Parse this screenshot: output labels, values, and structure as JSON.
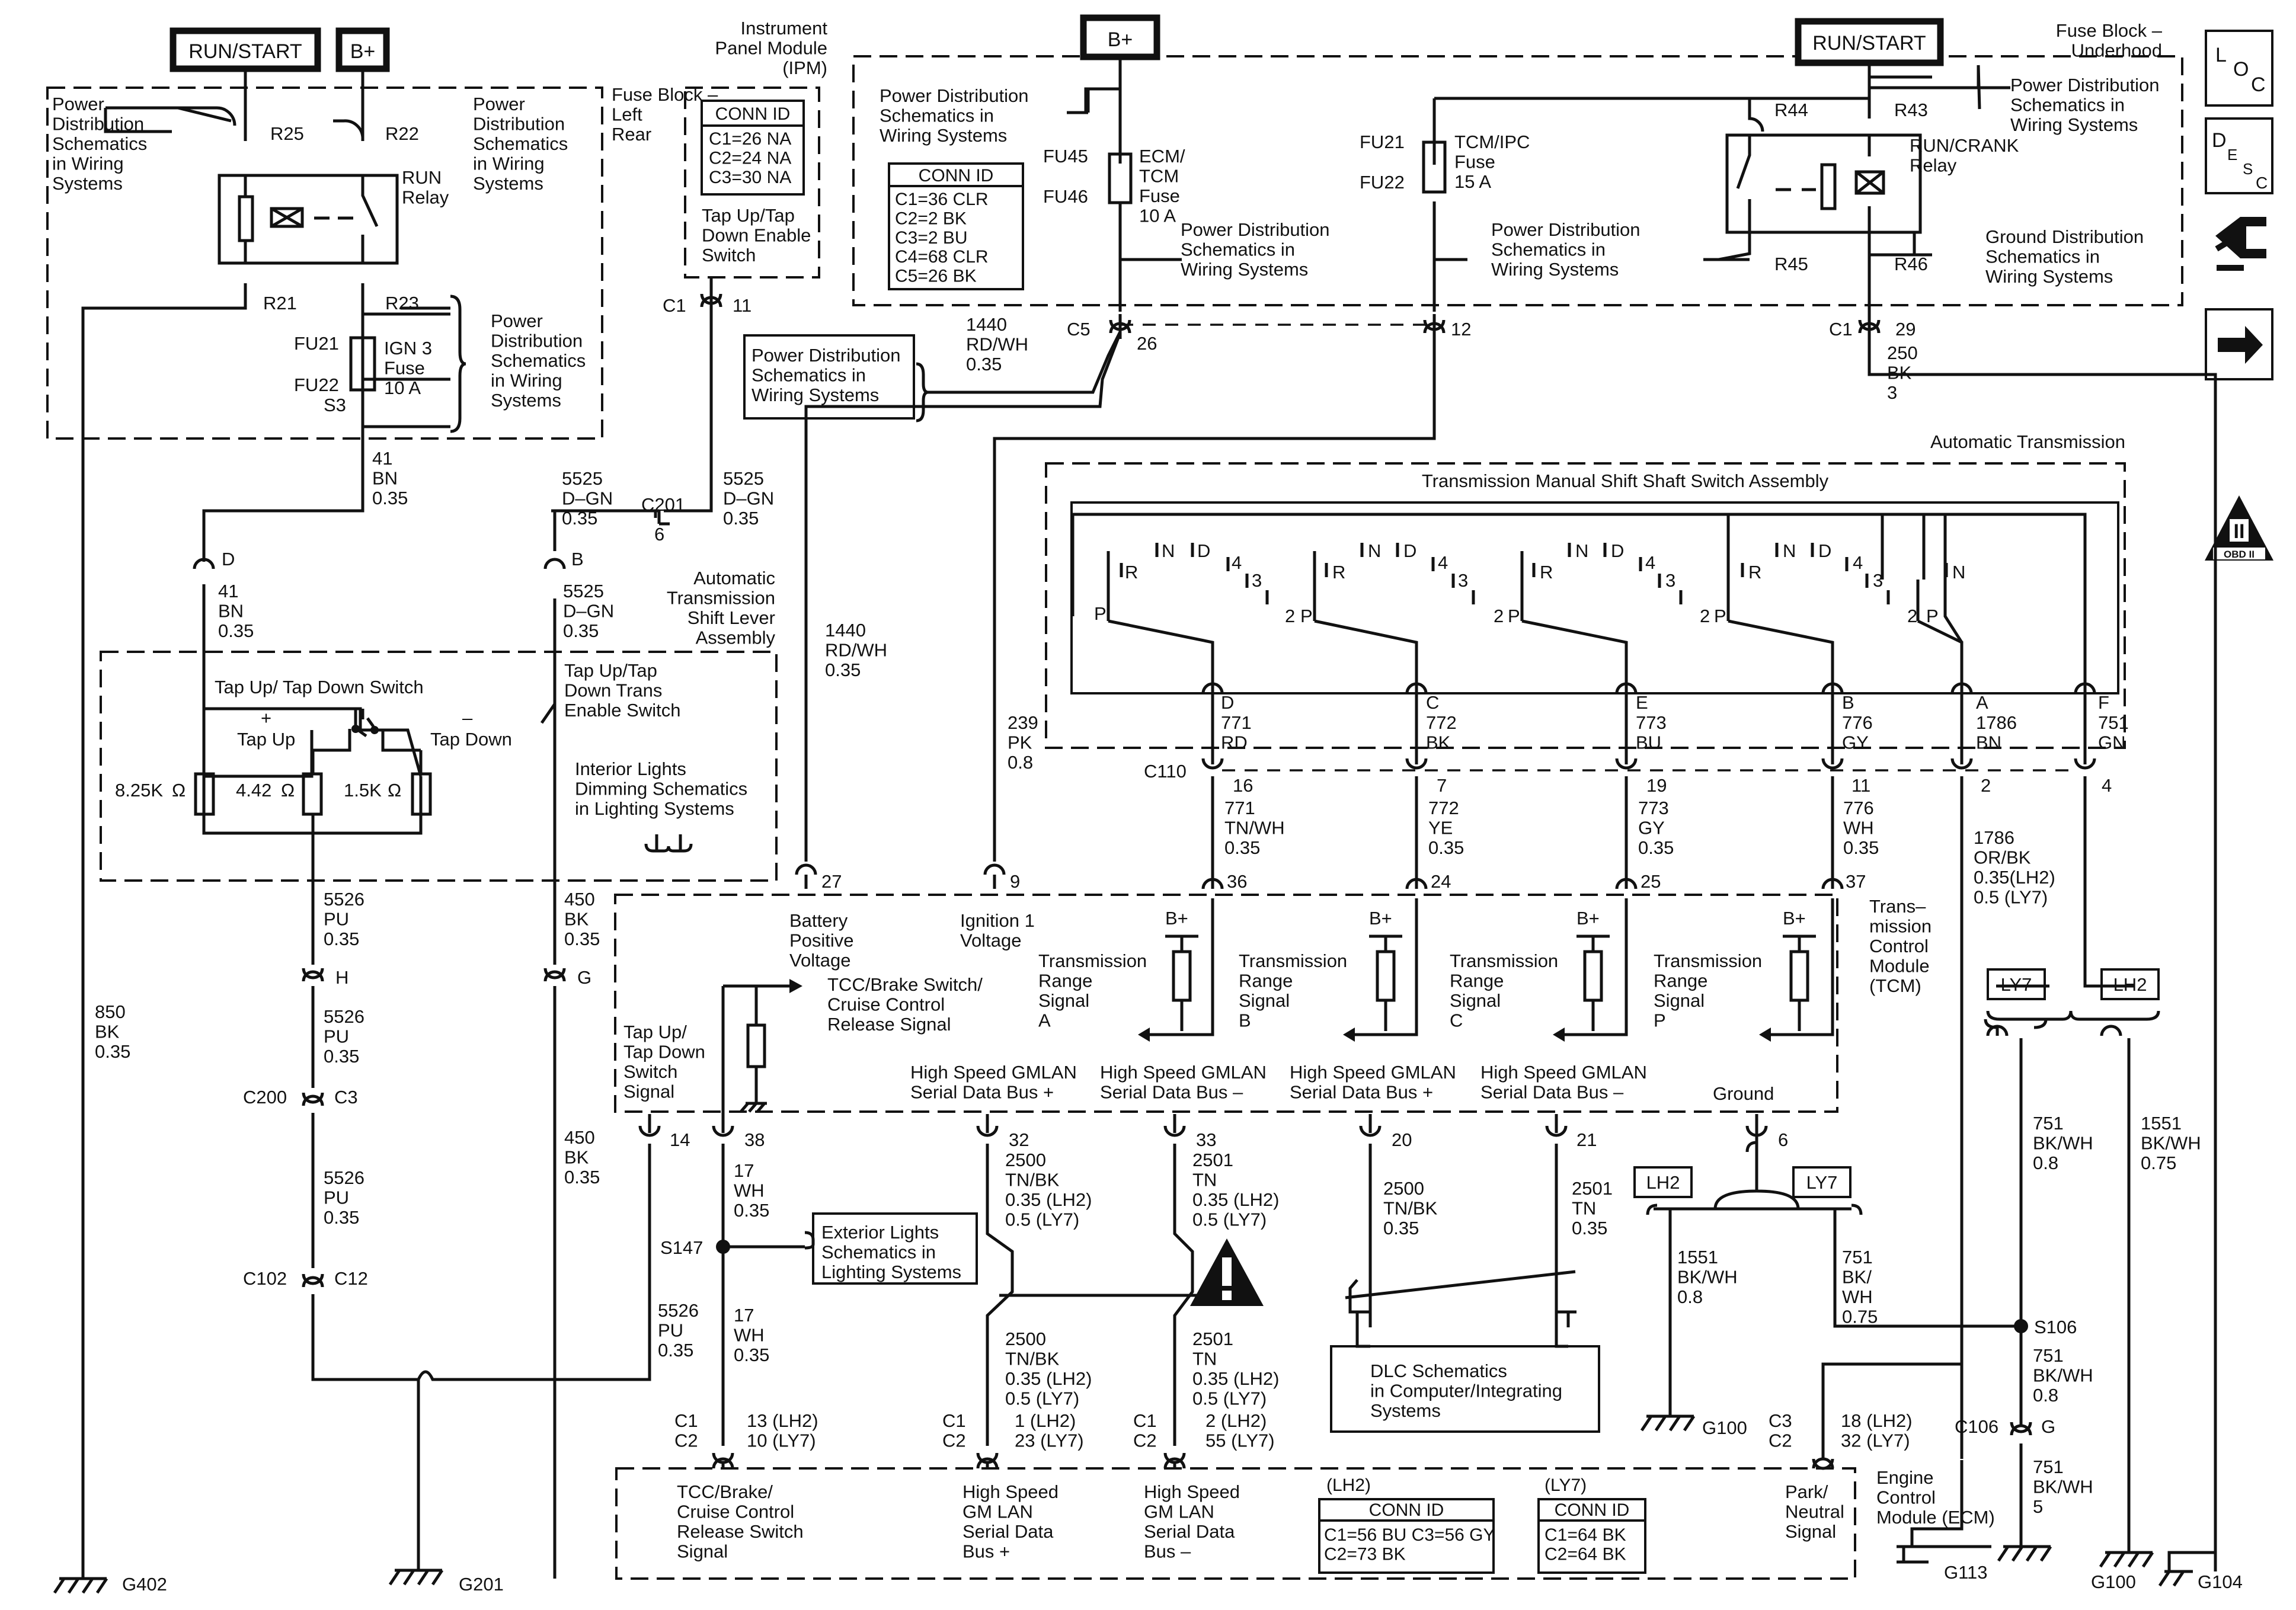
{
  "icons": {
    "loc": "location-view-icon",
    "desc": "description-view-icon",
    "connector": "connector-view-icon",
    "next": "next-page-arrow-icon",
    "obd": "obd-ii-emissions-icon",
    "warning": "caution-warning-icon"
  },
  "headers": {
    "run_start_left": "RUN/START",
    "bplus_left": "B+",
    "bplus_center": "B+",
    "run_start_right": "RUN/START"
  },
  "modules": {
    "fuse_block_left_rear": "Fuse Block –|Left|Rear",
    "ipm": "Instrument|Panel Module|(IPM)",
    "fuse_block_underhood": "Fuse Block –|Underhood",
    "auto_trans": "Automatic Transmission",
    "switch_assembly": "Transmission Manual Shift Shaft Switch Assembly",
    "shift_lever": "Automatic|Transmission|Shift Lever|Assembly",
    "tcm": "Trans–|mission|Control|Module|(TCM)",
    "ecm": "Engine|Control|Module (ECM)"
  },
  "refs": {
    "pd_left_1": "Power|Distribution|Schematics|in Wiring|Systems",
    "pd_left_2": "Power|Distribution|Schematics|in Wiring|Systems",
    "pd_left_3": "Power|Distribution|Schematics|in Wiring|Systems",
    "pd_center_1": "Power Distribution|Schematics in|Wiring Systems",
    "pd_center_2": "Power Distribution|Schematics in|Wiring Systems",
    "pd_center_3": "Power Distribution|Schematics in|Wiring Systems",
    "pd_right": "Power Distribution|Schematics in|Wiring Systems",
    "ground_dist": "Ground Distribution|Schematics in|Wiring Systems",
    "pd_box": "Power Distribution|Schematics in|Wiring Systems",
    "exterior_lights": "Exterior Lights|Schematics in|Lighting Systems",
    "interior_lights": "Interior Lights|Dimming Schematics|in Lighting Systems",
    "dlc": "DLC Schematics|in Computer/Integrating|Systems"
  },
  "ipm_conn": {
    "title": "CONN ID",
    "rows": "C1=26 NA|C2=24 NA|C3=30 NA"
  },
  "fuse_conn": {
    "title": "CONN ID",
    "rows": "C1=36 CLR|C2=2 BK|C3=2 BU|C4=68 CLR|C5=26 BK"
  },
  "ecm_conn_lh2": {
    "engine": "(LH2)",
    "title": "CONN ID",
    "rows": "C1=56 BU  C3=56 GY|C2=73 BK"
  },
  "ecm_conn_ly7": {
    "engine": "(LY7)",
    "title": "CONN ID",
    "rows": "C1=64 BK|C2=64 BK"
  },
  "fuse_left": {
    "r25": "R25",
    "r22": "R22",
    "r21": "R21",
    "r23": "R23",
    "relay": "RUN|Relay",
    "fu21": "FU21",
    "fu22": "FU22",
    "s3": "S3",
    "fuse": "IGN 3|Fuse|10 A"
  },
  "fuse_right": {
    "fu45": "FU45",
    "fu46": "FU46",
    "ecm_fuse": "ECM/|TCM|Fuse|10 A",
    "fu21": "FU21",
    "fu22": "FU22",
    "tcm_fuse": "TCM/IPC|Fuse|15 A",
    "r44": "R44",
    "r43": "R43",
    "r45": "R45",
    "r46": "R46",
    "relay": "RUN/CRANK|Relay"
  },
  "connectors": {
    "c1_ipm": "C1",
    "c1_ipm_pin": "11",
    "c5": "C5",
    "c5_pin": "26",
    "pin_12": "12",
    "c1_uh": "C1",
    "c1_uh_pin": "29",
    "c201": "C201",
    "c201_pin": "6",
    "conn_d": "D",
    "conn_b": "B",
    "conn_h": "H",
    "conn_g": "G",
    "c200": "C200",
    "c3": "C3",
    "c102": "C102",
    "c12": "C12",
    "c110": "C110",
    "s147": "S147",
    "s106": "S106",
    "c106": "C106",
    "c106_pin": "G"
  },
  "wires": {
    "w41_top": "41|BN|0.35",
    "w41_d": "41|BN|0.35",
    "w5525_left": "5525|D–GN|0.35",
    "w5525_right": "5525|D–GN|0.35",
    "w5525_b": "5525|D–GN|0.35",
    "w1440_top": "1440|RD/WH|0.35",
    "w1440_mid": "1440|RD/WH|0.35",
    "w239": "239|PK|0.8",
    "w250": "250|BK|3",
    "w5526_1": "5526|PU|0.35",
    "w5526_2": "5526|PU|0.35",
    "w5526_3": "5526|PU|0.35",
    "w5526_4": "5526|PU|0.35",
    "w450_1": "450|BK|0.35",
    "w450_2": "450|BK|0.35",
    "w850": "850|BK|0.35",
    "w17_1": "17|WH|0.35",
    "w17_2": "17|WH|0.35",
    "w2500_1": "2500|TN/BK|0.35  (LH2)|0.5    (LY7)",
    "w2500_2": "2500|TN/BK|0.35  (LH2)|0.5    (LY7)",
    "w2500_dlc": "2500|TN/BK|0.35",
    "w2501_1": "2501|TN|0.35  (LH2)|0.5    (LY7)",
    "w2501_2": "2501|TN|0.35  (LH2)|0.5    (LY7)",
    "w2501_dlc": "2501|TN|0.35",
    "w771": "771|TN/WH|0.35",
    "w772": "772|YE|0.35",
    "w773": "773|GY|0.35",
    "w776": "776|WH|0.35",
    "w1786": "1786|OR/BK|0.35(LH2)|0.5  (LY7)",
    "w751_1": "751|BK/WH|0.8",
    "w1551_1": "1551|BK/WH|0.75",
    "w1551_2": "1551|BK/WH|0.8",
    "w751_2": "751|BK/|WH|0.75",
    "w751_3": "751|BK/WH|0.8",
    "w751_4": "751|BK/WH|5"
  },
  "switch": {
    "contacts": [
      {
        "letter": "D",
        "wire": "771|RD"
      },
      {
        "letter": "C",
        "wire": "772|BK"
      },
      {
        "letter": "E",
        "wire": "773|BU"
      },
      {
        "letter": "B",
        "wire": "776|GY"
      },
      {
        "letter": "A",
        "wire": "1786|BN"
      },
      {
        "letter": "F",
        "wire": "751|GN"
      }
    ],
    "pins": [
      "16",
      "7",
      "19",
      "11",
      "2",
      "4"
    ],
    "positions": [
      "P",
      "R",
      "N",
      "D",
      "4",
      "3",
      "2"
    ]
  },
  "tap_switch": {
    "title": "Tap Up/ Tap Down Switch",
    "plus": "+",
    "tap_up": "Tap Up",
    "minus": "–",
    "tap_down": "Tap Down",
    "r1": "8.25K",
    "r2": "4.42",
    "r3": "1.5K",
    "enable_switch": "Tap Up/Tap|Down Trans|Enable Switch",
    "enable_ipm": "Tap Up/Tap|Down Enable|Switch"
  },
  "tcm": {
    "pins": {
      "battery": "27",
      "ignition": "9",
      "range_a": "36",
      "range_b": "24",
      "range_c": "25",
      "range_p": "37",
      "tap": "14",
      "tcc": "38",
      "can_hi": "32",
      "can_lo": "33",
      "dlc_hi": "20",
      "dlc_lo": "21",
      "ground": "6"
    },
    "battery": "Battery|Positive|Voltage",
    "ignition": "Ignition 1|Voltage",
    "range_a": "Transmission|Range|Signal|A",
    "range_b": "Transmission|Range|Signal|B",
    "range_c": "Transmission|Range|Signal|C",
    "range_p": "Transmission|Range|Signal|P",
    "bplus": "B+",
    "tcc": "TCC/Brake Switch/|Cruise Control|Release Signal",
    "tap": "Tap Up/|Tap Down|Switch|Signal",
    "can_hi": "High Speed GMLAN|Serial Data Bus +",
    "can_lo": "High Speed GMLAN|Serial Data Bus –",
    "dlc_hi": "High Speed GMLAN|Serial Data Bus +",
    "dlc_lo": "High Speed GMLAN|Serial Data Bus –",
    "ground": "Ground"
  },
  "ecm": {
    "tcc": "TCC/Brake/|Cruise Control|Release Switch|Signal",
    "can_hi": "High Speed|GM LAN|Serial Data|Bus +",
    "can_lo": "High Speed|GM LAN|Serial Data|Bus –",
    "park": "Park/|Neutral|Signal",
    "c1c2_1": "C1|C2",
    "pins_1": "13  (LH2)|10  (LY7)",
    "c1c2_2": "C1|C2",
    "pins_2": "1    (LH2)|23  (LY7)",
    "c1c2_3": "C1|C2",
    "pins_3": "2    (LH2)|55  (LY7)",
    "c3c2": "C3|C2",
    "pins_4": "18 (LH2)|32 (LY7)"
  },
  "engine_tags": {
    "ly7_a": "LY7",
    "lh2_a": "LH2",
    "lh2_b": "LH2",
    "ly7_b": "LY7"
  },
  "grounds": {
    "g402": "G402",
    "g201": "G201",
    "g100_a": "G100",
    "g113": "G113",
    "g100_b": "G100",
    "g104": "G104"
  }
}
